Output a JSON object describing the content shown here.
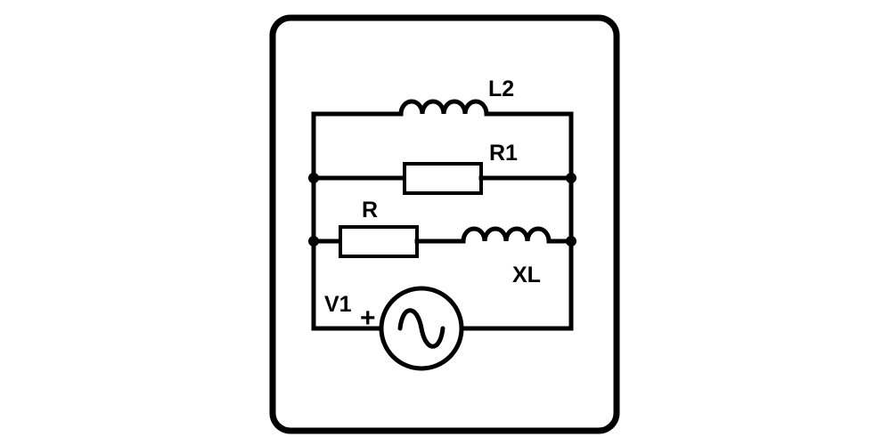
{
  "components": {
    "l2": {
      "label": "L2"
    },
    "r1": {
      "label": "R1"
    },
    "r": {
      "label": "R"
    },
    "xl": {
      "label": "XL"
    },
    "v1": {
      "label": "V1",
      "polarity": "+"
    }
  },
  "colors": {
    "stroke": "#000000",
    "background": "#ffffff"
  }
}
